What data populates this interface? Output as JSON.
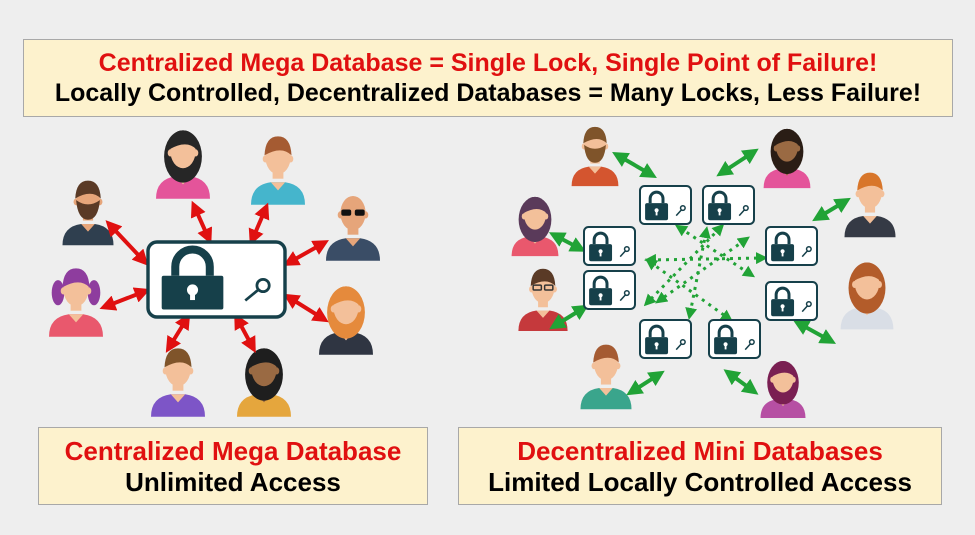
{
  "banner": {
    "line1": "Centralized Mega Database = Single Lock, Single Point of Failure!",
    "line2": "Locally Controlled, Decentralized Databases = Many Locks, Less Failure!"
  },
  "left_caption": {
    "title": "Centralized Mega Database",
    "subtitle": "Unlimited Access"
  },
  "right_caption": {
    "title": "Decentralized Mini Databases",
    "subtitle": "Limited Locally Controlled Access"
  },
  "colors": {
    "background": "#eeeeee",
    "caption_fill": "#fdf2cd",
    "title_red": "#e01010",
    "lock_dark": "#16404a",
    "arrow_red": "#e01010",
    "arrow_green": "#21a336"
  },
  "icons": [
    "person-icon",
    "lock-icon",
    "key-icon",
    "arrow-icon"
  ]
}
